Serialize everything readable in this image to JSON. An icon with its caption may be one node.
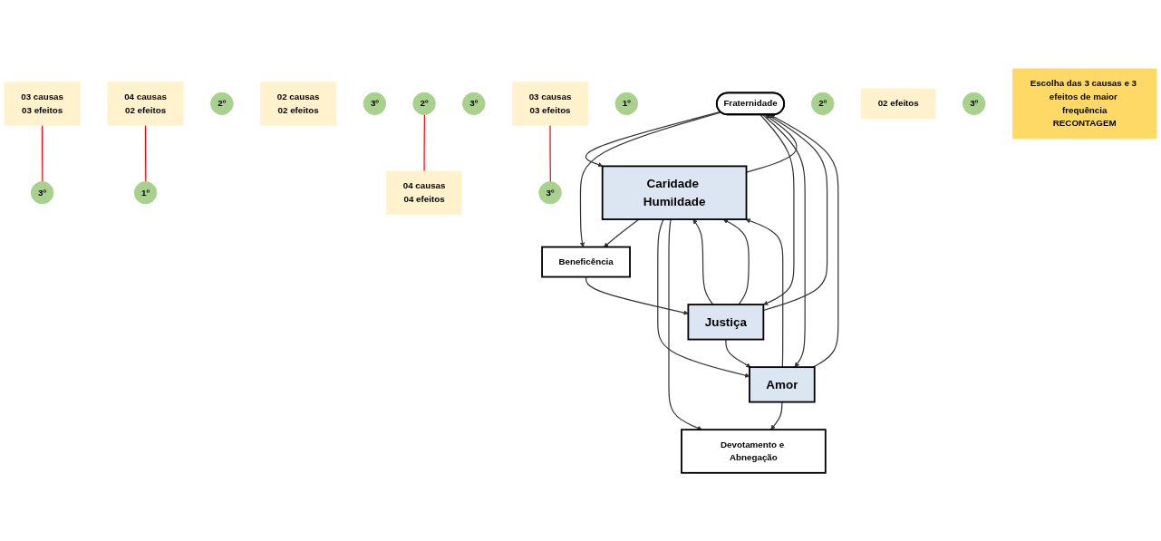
{
  "diagram": {
    "nodes": [
      {
        "text": [
          "Fraternidade"
        ]
      },
      {
        "text": [
          "Justiça"
        ]
      },
      {
        "text": [
          "Beneficência"
        ]
      },
      {
        "text": [
          "Caridade Humildade"
        ]
      },
      {
        "text": [
          "Amor"
        ]
      },
      {
        "text": [
          "Devotamento e Abnegação"
        ]
      },
      {
        "text": [
          "03 causas",
          "03 efeitos"
        ]
      },
      {
        "text": [
          "3º"
        ]
      },
      {
        "text": [
          "2º"
        ]
      },
      {
        "text": [
          "02 causas",
          "02 efeitos"
        ]
      },
      {
        "text": [
          "3º"
        ]
      },
      {
        "text": [
          "04 causas",
          "02 efeitos"
        ]
      },
      {
        "text": [
          "1º"
        ]
      },
      {
        "text": [
          "3º"
        ]
      },
      {
        "text": [
          "2º"
        ]
      },
      {
        "text": [
          "04 causas",
          "04 efeitos"
        ]
      },
      {
        "text": [
          "1º"
        ]
      },
      {
        "text": [
          "03 causas",
          "03 efeitos"
        ]
      },
      {
        "text": [
          "3º"
        ]
      },
      {
        "text": [
          "2º"
        ]
      },
      {
        "text": [
          "02 efeitos"
        ]
      },
      {
        "text": [
          "3º"
        ]
      },
      {
        "text": [
          "Escolha das 3 causas e 3 efeitos de maior frequência",
          "RECONTAGEM"
        ]
      }
    ],
    "edges": [
      {
        "from": 0,
        "to": 3,
        "arrow": "to"
      },
      {
        "from": 3,
        "to": 0,
        "arrow": "to"
      },
      {
        "from": 0,
        "to": 2,
        "arrow": "to"
      },
      {
        "from": 2,
        "to": 1,
        "arrow": "to"
      },
      {
        "from": 3,
        "to": 2,
        "arrow": "to"
      },
      {
        "from": 0,
        "to": 1,
        "arrow": "to"
      },
      {
        "from": 1,
        "to": 0,
        "arrow": "to"
      },
      {
        "from": 0,
        "to": 4,
        "arrow": "to"
      },
      {
        "from": 4,
        "to": 0,
        "arrow": "to"
      },
      {
        "from": 1,
        "to": 3,
        "arrow": "to"
      },
      {
        "from": 1,
        "to": 3,
        "arrow": "to"
      },
      {
        "from": 1,
        "to": 4,
        "arrow": "to"
      },
      {
        "from": 4,
        "to": 3,
        "arrow": "to"
      },
      {
        "from": 3,
        "to": 4,
        "arrow": "to"
      },
      {
        "from": 3,
        "to": 5,
        "arrow": "to"
      },
      {
        "from": 4,
        "to": 5,
        "arrow": "to"
      },
      {
        "from": 6,
        "to": 7,
        "arrow": "none",
        "color": "#ff0000"
      },
      {
        "from": 11,
        "to": 12,
        "arrow": "none",
        "color": "#ff0000"
      },
      {
        "from": 14,
        "to": 15,
        "arrow": "none",
        "color": "#ff0000"
      },
      {
        "from": 17,
        "to": 18,
        "arrow": "none",
        "color": "#ff0000"
      }
    ]
  }
}
